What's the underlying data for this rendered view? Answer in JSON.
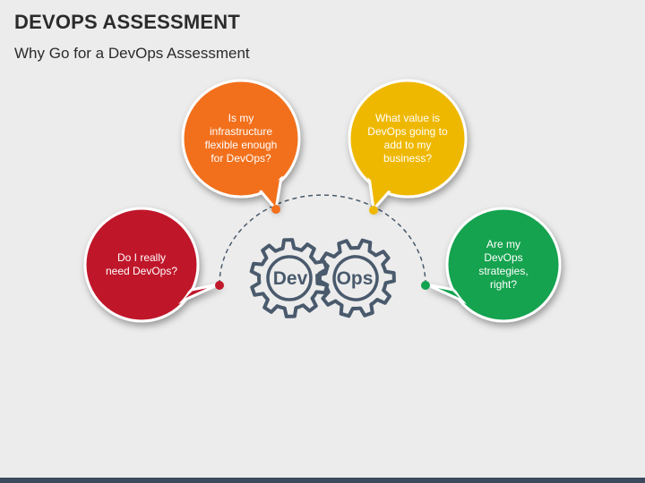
{
  "header": {
    "title": "DEVOPS ASSESSMENT",
    "subtitle": "Why Go for a DevOps Assessment"
  },
  "center": {
    "gear_left_label": "Dev",
    "gear_right_label": "Ops",
    "icon": "gears-icon",
    "stroke_color": "#4a5a6d"
  },
  "bubbles": [
    {
      "text": "Do I really need DevOps?",
      "color": "#c0192a"
    },
    {
      "text": "Is my infrastructure flexible enough for DevOps?",
      "color": "#f26f1c"
    },
    {
      "text": "What value is DevOps going to add to my business?",
      "color": "#efb800"
    },
    {
      "text": "Are my DevOps strategies, right?",
      "color": "#12a350"
    }
  ],
  "colors": {
    "background": "#ececec",
    "text": "#2b2b2b",
    "connector": "#4a5a6d"
  }
}
